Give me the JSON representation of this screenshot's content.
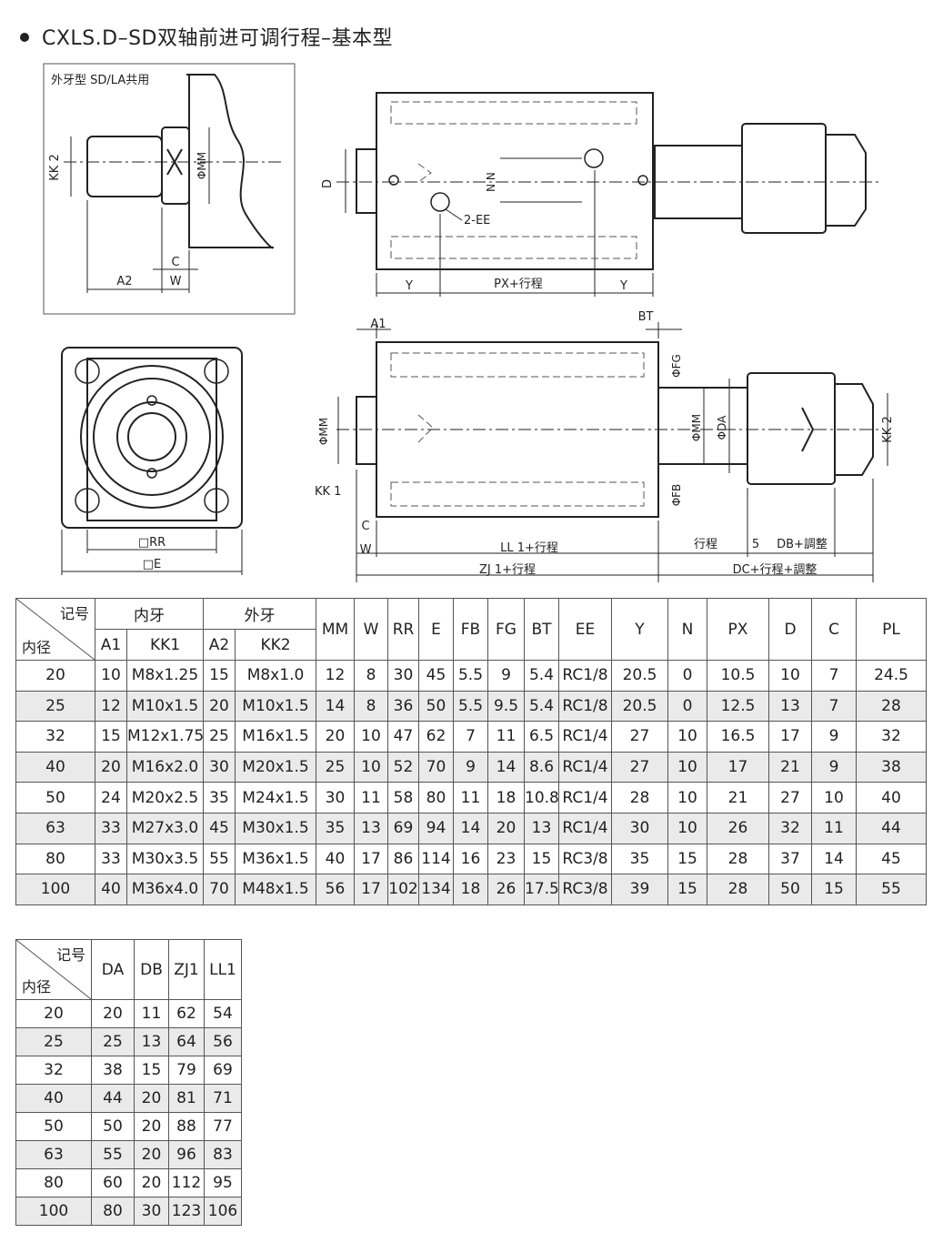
{
  "title": "CXLS.D–SD双轴前进可调行程–基本型",
  "drawing": {
    "inset_label": "外牙型  SD/LA共用",
    "labels": {
      "kk2": "KK 2",
      "phi_mm": "ΦMM",
      "a2": "A2",
      "c": "C",
      "w": "W",
      "d": "D",
      "nn": "N N",
      "ee": "2-EE",
      "y": "Y",
      "px_stroke": "PX+行程",
      "a1": "A1",
      "bt": "BT",
      "phi_fg": "ΦFG",
      "phi_da": "ΦDA",
      "phi_fb": "ΦFB",
      "kk1": "KK 1",
      "rr": "□RR",
      "e": "□E",
      "ll1_stroke": "LL 1+行程",
      "zj1_stroke": "ZJ 1+行程",
      "stroke": "行程",
      "five": "5",
      "db_adjust": "DB+調整",
      "dc_stroke_adjust": "DC+行程+調整"
    }
  },
  "table1": {
    "corner_top": "记号",
    "corner_bottom": "内径",
    "group_inner": "内牙",
    "group_outer": "外牙",
    "sub_headers": [
      "A1",
      "KK1",
      "A2",
      "KK2"
    ],
    "columns": [
      "MM",
      "W",
      "RR",
      "E",
      "FB",
      "FG",
      "BT",
      "EE",
      "Y",
      "N",
      "PX",
      "D",
      "C",
      "PL"
    ],
    "rows": [
      [
        "20",
        "10",
        "M8x1.25",
        "15",
        "M8x1.0",
        "12",
        "8",
        "30",
        "45",
        "5.5",
        "9",
        "5.4",
        "RC1/8",
        "20.5",
        "0",
        "10.5",
        "10",
        "7",
        "24.5"
      ],
      [
        "25",
        "12",
        "M10x1.5",
        "20",
        "M10x1.5",
        "14",
        "8",
        "36",
        "50",
        "5.5",
        "9.5",
        "5.4",
        "RC1/8",
        "20.5",
        "0",
        "12.5",
        "13",
        "7",
        "28"
      ],
      [
        "32",
        "15",
        "M12x1.75",
        "25",
        "M16x1.5",
        "20",
        "10",
        "47",
        "62",
        "7",
        "11",
        "6.5",
        "RC1/4",
        "27",
        "10",
        "16.5",
        "17",
        "9",
        "32"
      ],
      [
        "40",
        "20",
        "M16x2.0",
        "30",
        "M20x1.5",
        "25",
        "10",
        "52",
        "70",
        "9",
        "14",
        "8.6",
        "RC1/4",
        "27",
        "10",
        "17",
        "21",
        "9",
        "38"
      ],
      [
        "50",
        "24",
        "M20x2.5",
        "35",
        "M24x1.5",
        "30",
        "11",
        "58",
        "80",
        "11",
        "18",
        "10.8",
        "RC1/4",
        "28",
        "10",
        "21",
        "27",
        "10",
        "40"
      ],
      [
        "63",
        "33",
        "M27x3.0",
        "45",
        "M30x1.5",
        "35",
        "13",
        "69",
        "94",
        "14",
        "20",
        "13",
        "RC1/4",
        "30",
        "10",
        "26",
        "32",
        "11",
        "44"
      ],
      [
        "80",
        "33",
        "M30x3.5",
        "55",
        "M36x1.5",
        "40",
        "17",
        "86",
        "114",
        "16",
        "23",
        "15",
        "RC3/8",
        "35",
        "15",
        "28",
        "37",
        "14",
        "45"
      ],
      [
        "100",
        "40",
        "M36x4.0",
        "70",
        "M48x1.5",
        "56",
        "17",
        "102",
        "134",
        "18",
        "26",
        "17.5",
        "RC3/8",
        "39",
        "15",
        "28",
        "50",
        "15",
        "55"
      ]
    ]
  },
  "table2": {
    "corner_top": "记号",
    "corner_bottom": "内径",
    "columns": [
      "DA",
      "DB",
      "ZJ1",
      "LL1"
    ],
    "rows": [
      [
        "20",
        "20",
        "11",
        "62",
        "54"
      ],
      [
        "25",
        "25",
        "13",
        "64",
        "56"
      ],
      [
        "32",
        "38",
        "15",
        "79",
        "69"
      ],
      [
        "40",
        "44",
        "20",
        "81",
        "71"
      ],
      [
        "50",
        "50",
        "20",
        "88",
        "77"
      ],
      [
        "63",
        "55",
        "20",
        "96",
        "83"
      ],
      [
        "80",
        "60",
        "20",
        "112",
        "95"
      ],
      [
        "100",
        "80",
        "30",
        "123",
        "106"
      ]
    ]
  }
}
